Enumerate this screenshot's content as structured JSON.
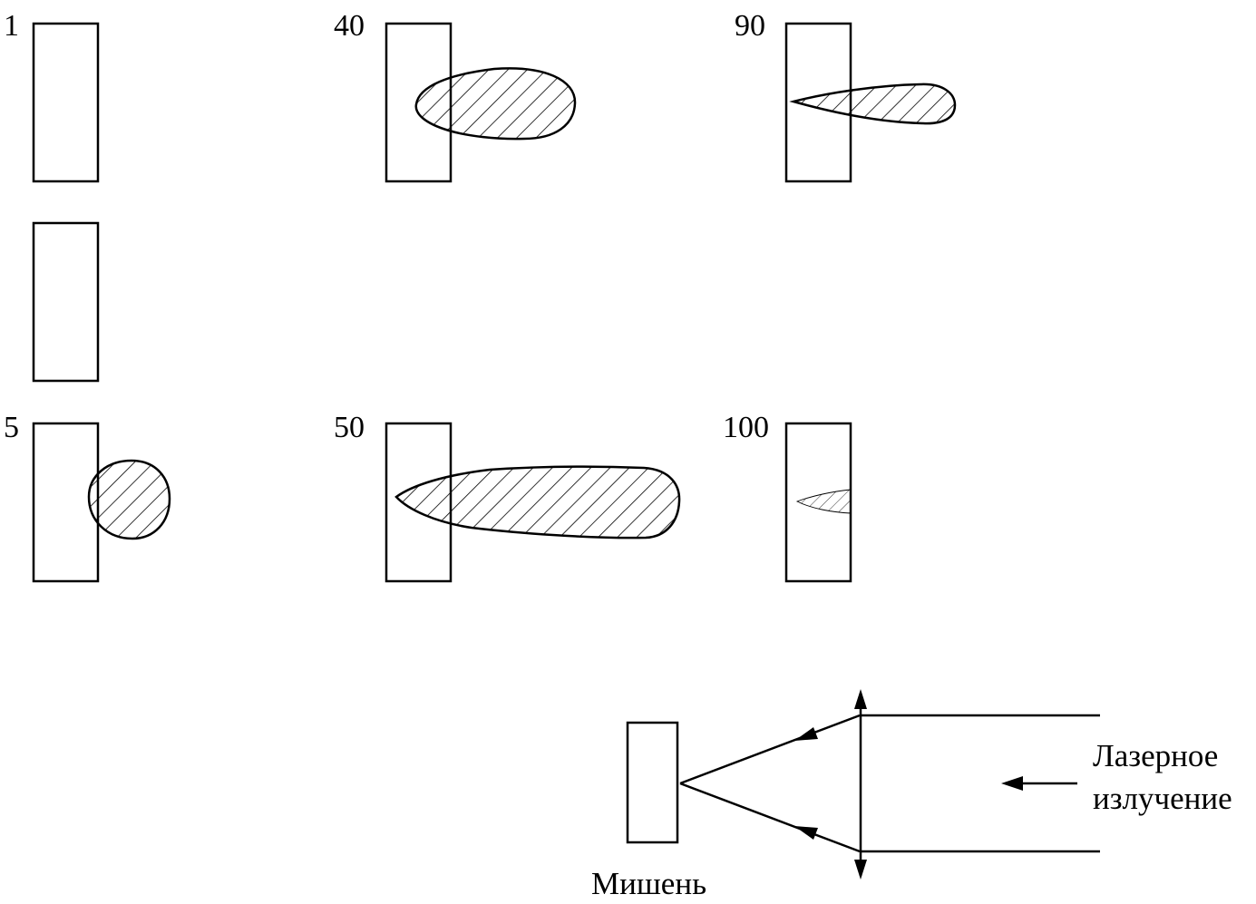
{
  "frames": [
    {
      "label": "1",
      "plume": "none"
    },
    {
      "label": "40",
      "plume": "teardrop"
    },
    {
      "label": "90",
      "plume": "thin-teardrop"
    },
    {
      "label": "",
      "plume": "none"
    },
    {
      "label": "5",
      "plume": "round"
    },
    {
      "label": "50",
      "plume": "long-teardrop"
    },
    {
      "label": "100",
      "plume": "faint-sliver"
    }
  ],
  "setup": {
    "target_label": "Мишень",
    "laser_label_line1": "Лазерное",
    "laser_label_line2": "излучение"
  },
  "colors": {
    "ink": "#000000",
    "background": "#ffffff"
  }
}
